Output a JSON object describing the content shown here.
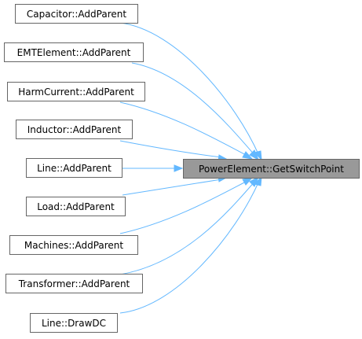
{
  "graph": {
    "target": {
      "label": "PowerElement::GetSwitchPoint"
    },
    "callers": [
      {
        "label": "Capacitor::AddParent"
      },
      {
        "label": "EMTElement::AddParent"
      },
      {
        "label": "HarmCurrent::AddParent"
      },
      {
        "label": "Inductor::AddParent"
      },
      {
        "label": "Line::AddParent"
      },
      {
        "label": "Load::AddParent"
      },
      {
        "label": "Machines::AddParent"
      },
      {
        "label": "Transformer::AddParent"
      },
      {
        "label": "Line::DrawDC"
      }
    ],
    "colors": {
      "edge": "#63b8ff",
      "node_border": "#666666",
      "target_fill": "#999999",
      "node_fill": "#ffffff"
    }
  }
}
